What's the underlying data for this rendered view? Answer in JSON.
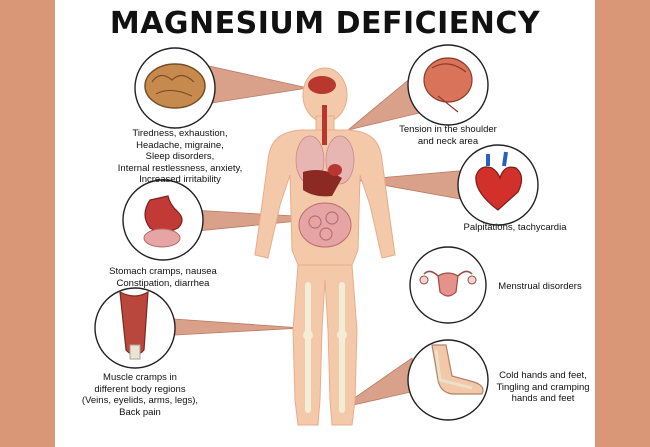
{
  "title": "MAGNESIUM  DEFICIENCY",
  "colors": {
    "side_band": "#d99777",
    "pointer": "#d9a08a",
    "pointer_stroke": "#b87a64",
    "skin": "#f4c9aa",
    "skin_shade": "#e8ad8a",
    "bone": "#f3ecd6",
    "organ_red": "#b8372f",
    "intestine": "#e6a4a4",
    "liver": "#8b2a22",
    "lung": "#e7b6b2"
  },
  "callouts": {
    "brain": {
      "icon": "brain-icon",
      "lines": [
        "Tiredness, exhaustion,",
        "Headache, migraine,",
        "Sleep disorders,",
        "Internal restlessness, anxiety,",
        "Increased irritability"
      ]
    },
    "stomach": {
      "icon": "stomach-icon",
      "lines": [
        "Stomach cramps, nausea",
        "Constipation, diarrhea"
      ]
    },
    "muscle": {
      "icon": "muscle-icon",
      "lines": [
        "Muscle cramps in",
        "different body regions",
        "(Veins, eyelids, arms, legs),",
        "Back pain"
      ]
    },
    "shoulder": {
      "icon": "shoulder-icon",
      "lines": [
        "Tension in the shoulder",
        "and neck area"
      ]
    },
    "heart": {
      "icon": "heart-icon",
      "lines": [
        "Palpitations, tachycardia"
      ]
    },
    "uterus": {
      "icon": "uterus-icon",
      "lines": [
        "Menstrual disorders"
      ]
    },
    "foot": {
      "icon": "foot-icon",
      "lines": [
        "Cold hands and feet,",
        "Tingling and cramping",
        "hands and feet"
      ]
    }
  }
}
